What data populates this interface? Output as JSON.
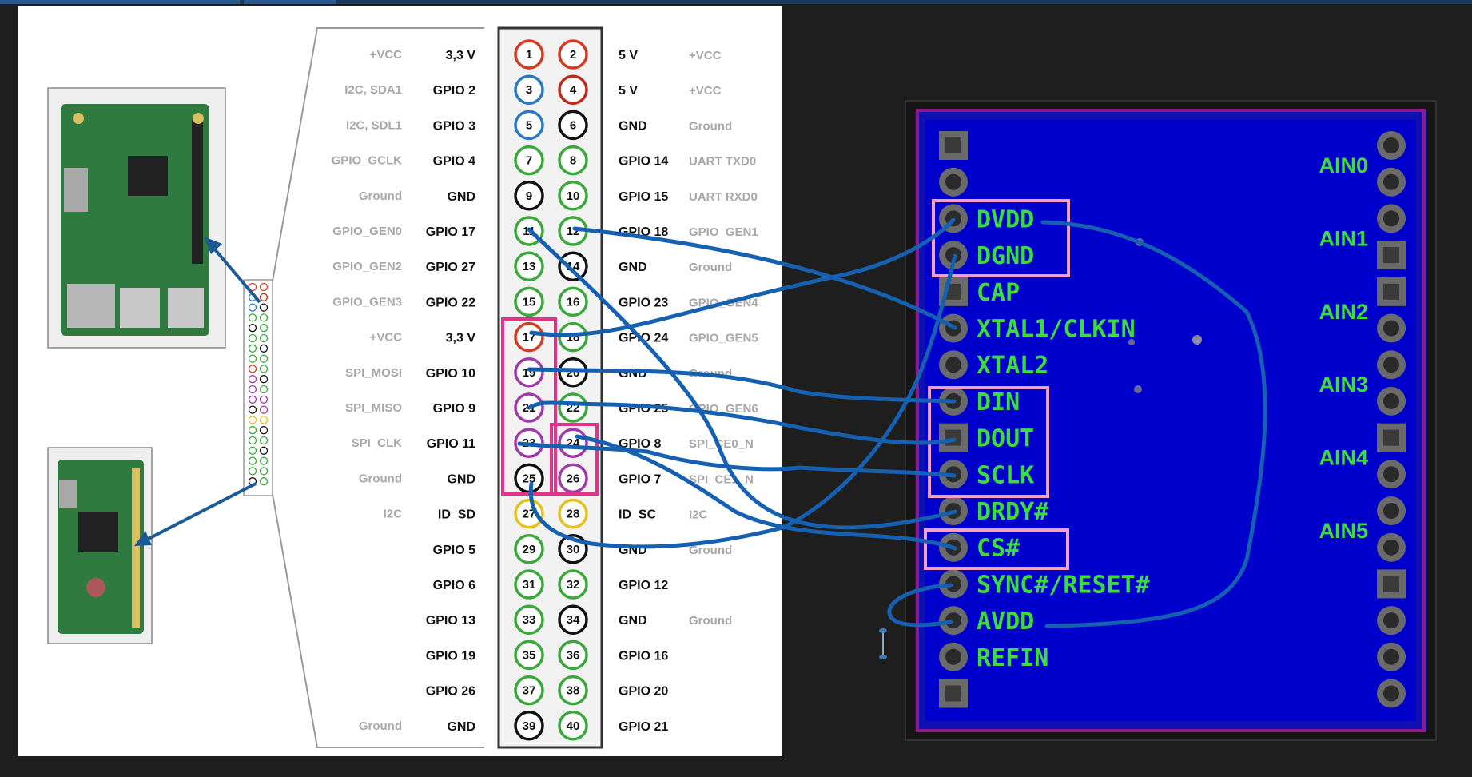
{
  "window": {
    "tabs": [
      "",
      ""
    ]
  },
  "gpio_rows": [
    {
      "left_func": "+VCC",
      "left_name": "3,3 V",
      "odd": "1",
      "odd_color": "#d63a22",
      "even": "2",
      "even_color": "#d63a22",
      "right_name": "5 V",
      "right_func": "+VCC"
    },
    {
      "left_func": "I2C, SDA1",
      "left_name": "GPIO 2",
      "odd": "3",
      "odd_color": "#2a79c2",
      "even": "4",
      "even_color": "#c02a1c",
      "right_name": "5 V",
      "right_func": "+VCC"
    },
    {
      "left_func": "I2C, SDL1",
      "left_name": "GPIO 3",
      "odd": "5",
      "odd_color": "#2a79c2",
      "even": "6",
      "even_color": "#111111",
      "right_name": "GND",
      "right_func": "Ground"
    },
    {
      "left_func": "GPIO_GCLK",
      "left_name": "GPIO 4",
      "odd": "7",
      "odd_color": "#3aa83a",
      "even": "8",
      "even_color": "#3aa83a",
      "right_name": "GPIO 14",
      "right_func": "UART TXD0"
    },
    {
      "left_func": "Ground",
      "left_name": "GND",
      "odd": "9",
      "odd_color": "#111111",
      "even": "10",
      "even_color": "#3aa83a",
      "right_name": "GPIO 15",
      "right_func": "UART RXD0"
    },
    {
      "left_func": "GPIO_GEN0",
      "left_name": "GPIO 17",
      "odd": "11",
      "odd_color": "#3aa83a",
      "even": "12",
      "even_color": "#3aa83a",
      "right_name": "GPIO 18",
      "right_func": "GPIO_GEN1"
    },
    {
      "left_func": "GPIO_GEN2",
      "left_name": "GPIO 27",
      "odd": "13",
      "odd_color": "#3aa83a",
      "even": "14",
      "even_color": "#111111",
      "right_name": "GND",
      "right_func": "Ground"
    },
    {
      "left_func": "GPIO_GEN3",
      "left_name": "GPIO 22",
      "odd": "15",
      "odd_color": "#3aa83a",
      "even": "16",
      "even_color": "#3aa83a",
      "right_name": "GPIO 23",
      "right_func": "GPIO_GEN4"
    },
    {
      "left_func": "+VCC",
      "left_name": "3,3 V",
      "odd": "17",
      "odd_color": "#d63a22",
      "even": "18",
      "even_color": "#3aa83a",
      "right_name": "GPIO 24",
      "right_func": "GPIO_GEN5"
    },
    {
      "left_func": "SPI_MOSI",
      "left_name": "GPIO 10",
      "odd": "19",
      "odd_color": "#a03aa8",
      "even": "20",
      "even_color": "#111111",
      "right_name": "GND",
      "right_func": "Ground"
    },
    {
      "left_func": "SPI_MISO",
      "left_name": "GPIO 9",
      "odd": "21",
      "odd_color": "#a03aa8",
      "even": "22",
      "even_color": "#3aa83a",
      "right_name": "GPIO 25",
      "right_func": "GPIO_GEN6"
    },
    {
      "left_func": "SPI_CLK",
      "left_name": "GPIO 11",
      "odd": "23",
      "odd_color": "#a03aa8",
      "even": "24",
      "even_color": "#a03aa8",
      "right_name": "GPIO 8",
      "right_func": "SPI_CE0_N"
    },
    {
      "left_func": "Ground",
      "left_name": "GND",
      "odd": "25",
      "odd_color": "#111111",
      "even": "26",
      "even_color": "#a03aa8",
      "right_name": "GPIO 7",
      "right_func": "SPI_CE1_N"
    },
    {
      "left_func": "I2C",
      "left_name": "ID_SD",
      "odd": "27",
      "odd_color": "#e8c020",
      "even": "28",
      "even_color": "#e8c020",
      "right_name": "ID_SC",
      "right_func": "I2C"
    },
    {
      "left_func": "",
      "left_name": "GPIO 5",
      "odd": "29",
      "odd_color": "#3aa83a",
      "even": "30",
      "even_color": "#111111",
      "right_name": "GND",
      "right_func": "Ground"
    },
    {
      "left_func": "",
      "left_name": "GPIO 6",
      "odd": "31",
      "odd_color": "#3aa83a",
      "even": "32",
      "even_color": "#3aa83a",
      "right_name": "GPIO 12",
      "right_func": ""
    },
    {
      "left_func": "",
      "left_name": "GPIO 13",
      "odd": "33",
      "odd_color": "#3aa83a",
      "even": "34",
      "even_color": "#111111",
      "right_name": "GND",
      "right_func": "Ground"
    },
    {
      "left_func": "",
      "left_name": "GPIO 19",
      "odd": "35",
      "odd_color": "#3aa83a",
      "even": "36",
      "even_color": "#3aa83a",
      "right_name": "GPIO 16",
      "right_func": ""
    },
    {
      "left_func": "",
      "left_name": "GPIO 26",
      "odd": "37",
      "odd_color": "#3aa83a",
      "even": "38",
      "even_color": "#3aa83a",
      "right_name": "GPIO 20",
      "right_func": ""
    },
    {
      "left_func": "Ground",
      "left_name": "GND",
      "odd": "39",
      "odd_color": "#111111",
      "even": "40",
      "even_color": "#3aa83a",
      "right_name": "GPIO 21",
      "right_func": ""
    }
  ],
  "pcb": {
    "left_pins": [
      "",
      "",
      "DVDD",
      "DGND",
      "CAP",
      "XTAL1/CLKIN",
      "XTAL2",
      "DIN",
      "DOUT",
      "SCLK",
      "DRDY#",
      "CS#",
      "SYNC#/RESET#",
      "AVDD",
      "REFIN",
      ""
    ],
    "right_labels": [
      "AIN0",
      "AIN1",
      "AIN2",
      "AIN3",
      "AIN4",
      "AIN5"
    ]
  },
  "colors": {
    "background": "#1e1e1e",
    "pcb_board": "#1010b0",
    "pcb_outline": "#8a1a8a",
    "pcb_text": "#3ddc3d",
    "wire": "#1560b0",
    "highlight_pink": "#e0338a",
    "highlight_light_pink": "#f4a0c8",
    "arrow": "#1c5a96"
  }
}
